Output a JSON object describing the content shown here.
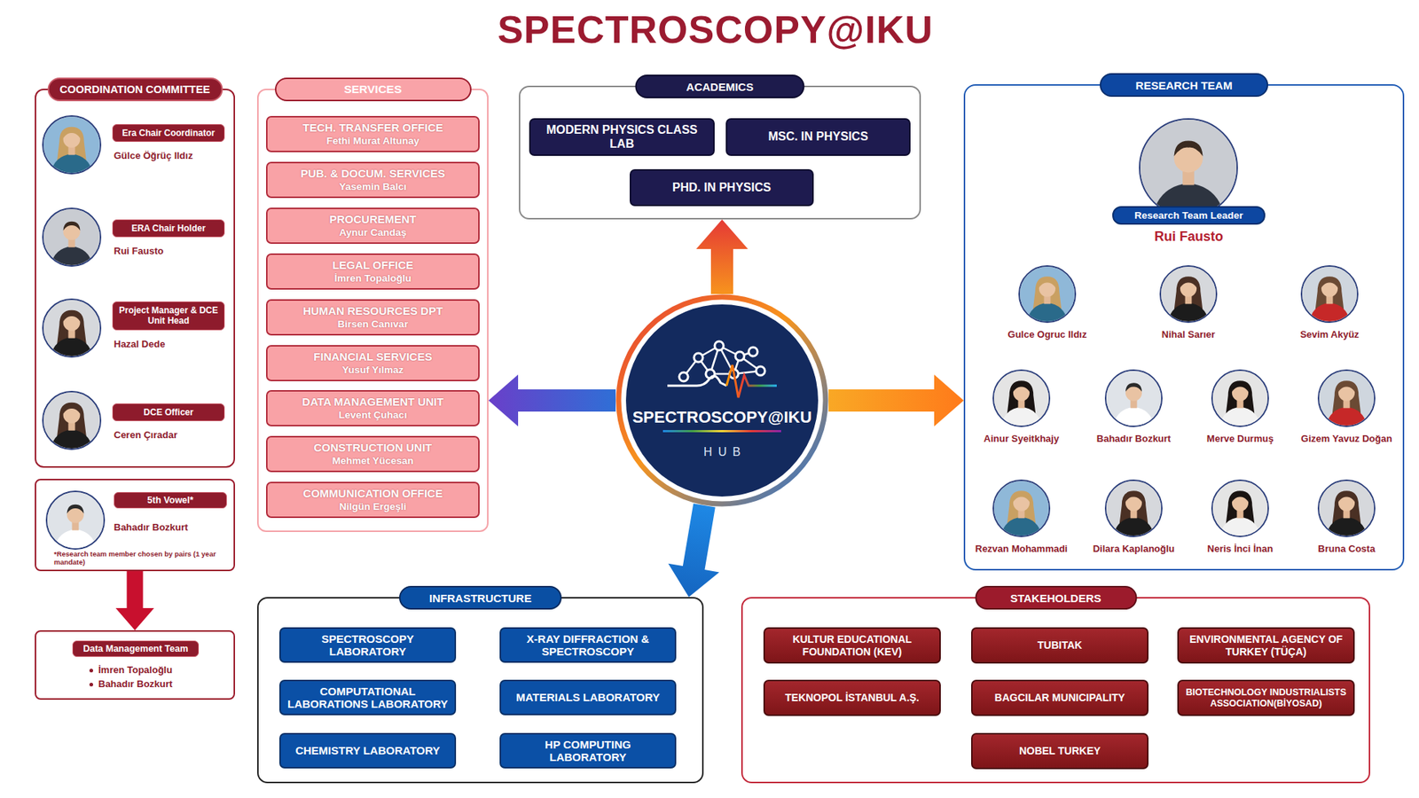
{
  "diagram": {
    "title": "SPECTROSCOPY@IKU",
    "nodes": [
      {
        "text": [
          "COORDINATION COMMITTEE"
        ]
      },
      {
        "text": [
          "Era Chair Coordinator",
          "Gülce Öğrüç Ildız"
        ],
        "in": 0
      },
      {
        "text": [
          "ERA Chair Holder",
          "Rui Fausto"
        ],
        "in": 0
      },
      {
        "text": [
          "Project Manager & DCE Unit Head",
          "Hazal Dede"
        ],
        "in": 0
      },
      {
        "text": [
          "DCE Officer",
          "Ceren Çıradar"
        ],
        "in": 0
      },
      {
        "text": [
          "5th Vowel*",
          "Bahadır Bozkurt",
          "*Research team member chosen by pairs (1 year mandate)"
        ]
      },
      {
        "text": [
          "Data Management Team",
          "İmren Topaloğlu",
          "Bahadır Bozkurt"
        ]
      },
      {
        "text": [
          "SERVICES"
        ]
      },
      {
        "text": [
          "TECH. TRANSFER OFFICE",
          "Fethi Murat Altunay"
        ],
        "in": 7
      },
      {
        "text": [
          "PUB. & DOCUM. SERVICES",
          "Yasemin Balcı"
        ],
        "in": 7
      },
      {
        "text": [
          "PROCUREMENT",
          "Aynur Candaş"
        ],
        "in": 7
      },
      {
        "text": [
          "LEGAL OFFICE",
          "İmren Topaloğlu"
        ],
        "in": 7
      },
      {
        "text": [
          "HUMAN RESOURCES DPT",
          "Birsen Canıvar"
        ],
        "in": 7
      },
      {
        "text": [
          "FINANCIAL SERVICES",
          "Yusuf Yılmaz"
        ],
        "in": 7
      },
      {
        "text": [
          "DATA MANAGEMENT UNIT",
          "Levent Çuhacı"
        ],
        "in": 7
      },
      {
        "text": [
          "CONSTRUCTION UNIT",
          "Mehmet Yücesan"
        ],
        "in": 7
      },
      {
        "text": [
          "COMMUNICATION OFFICE",
          "Nilgün Ergeşli"
        ],
        "in": 7
      },
      {
        "text": [
          "ACADEMICS"
        ]
      },
      {
        "text": [
          "MODERN PHYSICS CLASS LAB"
        ],
        "in": 17
      },
      {
        "text": [
          "MSC. IN PHYSICS"
        ],
        "in": 17
      },
      {
        "text": [
          "PHD. IN PHYSICS"
        ],
        "in": 17
      },
      {
        "text": [
          "SPECTROSCOPY@IKU",
          "HUB"
        ]
      },
      {
        "text": [
          "RESEARCH TEAM"
        ]
      },
      {
        "text": [
          "Research Team Leader",
          "Rui Fausto"
        ],
        "in": 22
      },
      {
        "text": [
          "Gulce Ogruc Ildız"
        ],
        "in": 22
      },
      {
        "text": [
          "Nihal Sarıer"
        ],
        "in": 22
      },
      {
        "text": [
          "Sevim Akyüz"
        ],
        "in": 22
      },
      {
        "text": [
          "Ainur Syeitkhajy"
        ],
        "in": 22
      },
      {
        "text": [
          "Bahadır Bozkurt"
        ],
        "in": 22
      },
      {
        "text": [
          "Merve Durmuş"
        ],
        "in": 22
      },
      {
        "text": [
          "Gizem Yavuz Doğan"
        ],
        "in": 22
      },
      {
        "text": [
          "Rezvan Mohammadi"
        ],
        "in": 22
      },
      {
        "text": [
          "Dilara Kaplanoğlu"
        ],
        "in": 22
      },
      {
        "text": [
          "Neris İnci İnan"
        ],
        "in": 22
      },
      {
        "text": [
          "Bruna Costa"
        ],
        "in": 22
      },
      {
        "text": [
          "INFRASTRUCTURE"
        ]
      },
      {
        "text": [
          "SPECTROSCOPY LABORATORY"
        ],
        "in": 35
      },
      {
        "text": [
          "X-RAY DIFFRACTION & SPECTROSCOPY"
        ],
        "in": 35
      },
      {
        "text": [
          "COMPUTATIONAL LABORATIONS LABORATORY"
        ],
        "in": 35
      },
      {
        "text": [
          "MATERIALS LABORATORY"
        ],
        "in": 35
      },
      {
        "text": [
          "CHEMISTRY LABORATORY"
        ],
        "in": 35
      },
      {
        "text": [
          "HP COMPUTING LABORATORY"
        ],
        "in": 35
      },
      {
        "text": [
          "STAKEHOLDERS"
        ]
      },
      {
        "text": [
          "KULTUR EDUCATIONAL FOUNDATION (KEV)"
        ],
        "in": 42
      },
      {
        "text": [
          "TUBITAK"
        ],
        "in": 42
      },
      {
        "text": [
          "ENVIRONMENTAL AGENCY OF TURKEY (TÜÇA)"
        ],
        "in": 42
      },
      {
        "text": [
          "TEKNOPOL İSTANBUL A.Ş."
        ],
        "in": 42
      },
      {
        "text": [
          "BAGCILAR MUNICIPALITY"
        ],
        "in": 42
      },
      {
        "text": [
          "BIOTECHNOLOGY INDUSTRIALISTS ASSOCIATION(BİYOSAD)"
        ],
        "in": 42
      },
      {
        "text": [
          "NOBEL TURKEY"
        ],
        "in": 42
      }
    ],
    "edges": [
      {
        "from": 5,
        "to": 6,
        "arrow": "to"
      },
      {
        "from": 21,
        "to": 17,
        "arrow": "to"
      },
      {
        "from": 21,
        "to": 7,
        "arrow": "to"
      },
      {
        "from": 21,
        "to": 22,
        "arrow": "to"
      },
      {
        "from": 21,
        "to": 35,
        "arrow": "to"
      }
    ]
  }
}
